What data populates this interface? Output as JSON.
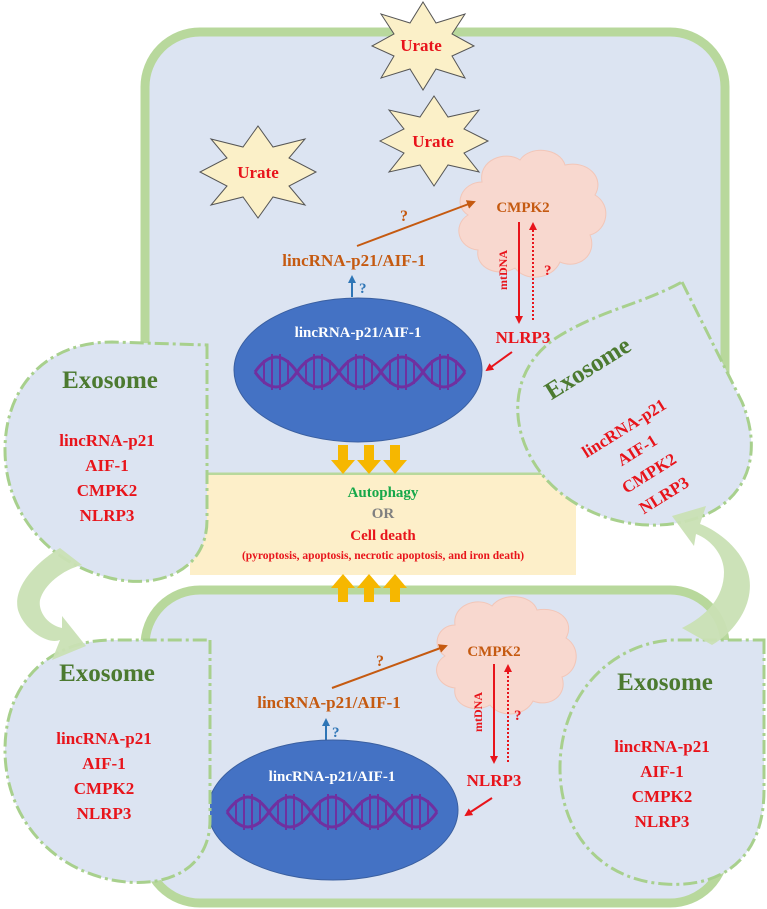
{
  "colors": {
    "cell_fill": "#dce4f2",
    "cell_border": "#b8d89c",
    "nucleus": "#4472c4",
    "red": "#e8141b",
    "orange": "#c55a11",
    "green_text": "#4c7a30",
    "blue_arrow": "#2e75b6",
    "yellow_arrow": "#f6b700",
    "death_zone": "#fdefc9",
    "autophagy": "#17a84a",
    "or": "#808080",
    "mito": "#f8d8cf",
    "star_fill": "#fbf0c8"
  },
  "urate": [
    "Urate",
    "Urate",
    "Urate"
  ],
  "top_cell": {
    "cmpk2": "CMPK2",
    "lincrna": "lincRNA-p21/AIF-1",
    "nucleus_label": "lincRNA-p21/AIF-1",
    "nlrp3": "NLRP3",
    "mtdna": "mtDNA",
    "q1": "?",
    "q2": "?",
    "q3": "?"
  },
  "bottom_cell": {
    "cmpk2": "CMPK2",
    "lincrna": "lincRNA-p21/AIF-1",
    "nucleus_label": "lincRNA-p21/AIF-1",
    "nlrp3": "NLRP3",
    "mtdna": "mtDNA",
    "q1": "?",
    "q2": "?",
    "q3": "?"
  },
  "middle": {
    "autophagy": "Autophagy",
    "or": "OR",
    "cell_death": "Cell death",
    "death_types": "(pyroptosis, apoptosis, necrotic apoptosis, and iron death)"
  },
  "exosomes": [
    {
      "title": "Exosome",
      "items": [
        "lincRNA-p21",
        "AIF-1",
        "CMPK2",
        "NLRP3"
      ]
    },
    {
      "title": "Exosome",
      "items": [
        "lincRNA-p21",
        "AIF-1",
        "CMPK2",
        "NLRP3"
      ]
    },
    {
      "title": "Exosome",
      "items": [
        "lincRNA-p21",
        "AIF-1",
        "CMPK2",
        "NLRP3"
      ]
    },
    {
      "title": "Exosome",
      "items": [
        "lincRNA-p21",
        "AIF-1",
        "CMPK2",
        "NLRP3"
      ]
    }
  ]
}
